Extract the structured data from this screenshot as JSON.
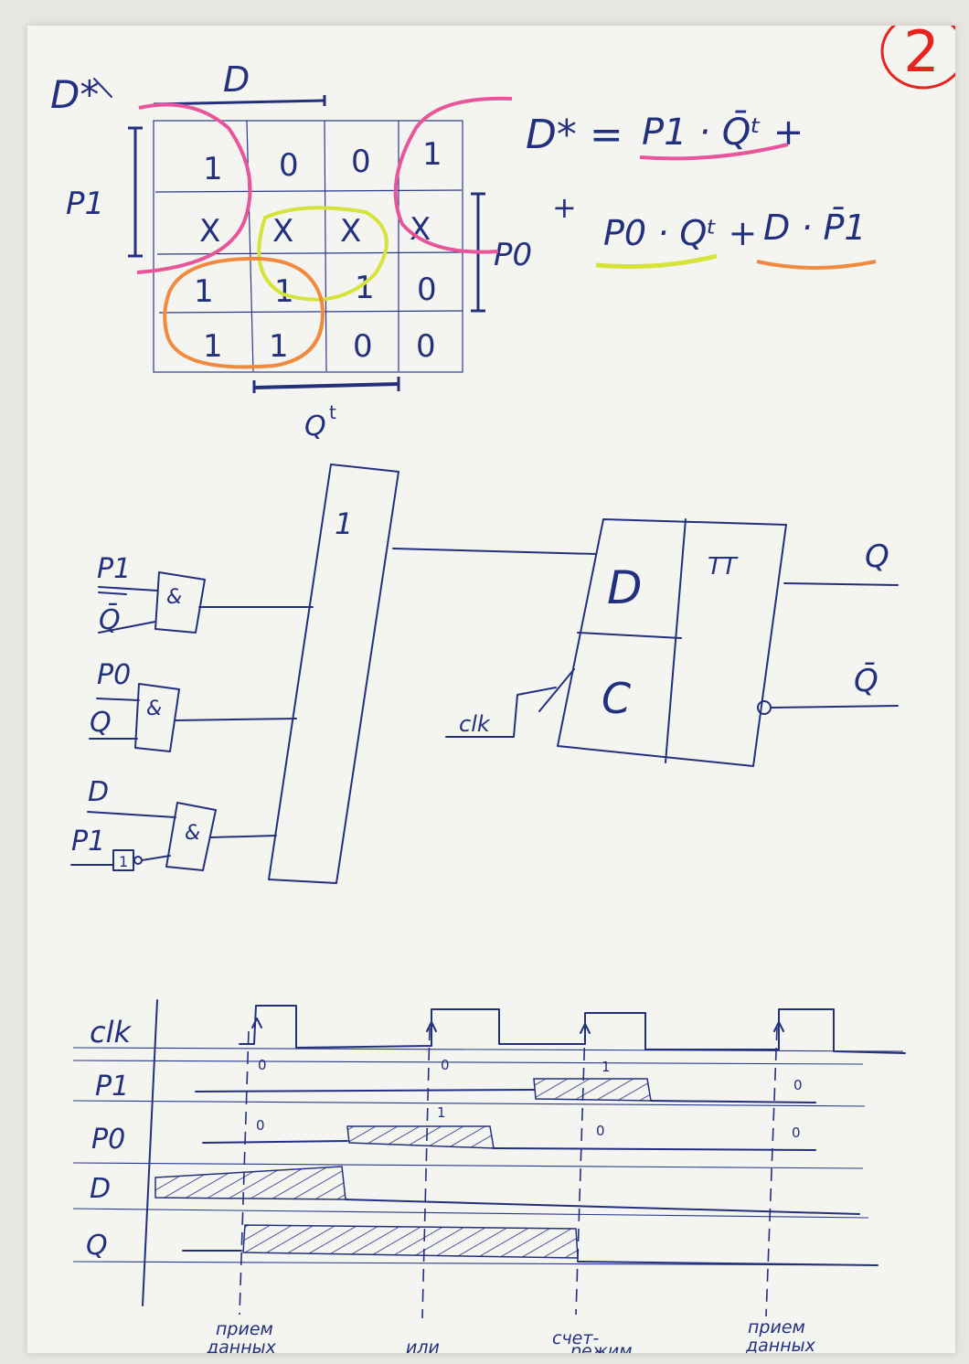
{
  "page_number": "2",
  "kmap": {
    "title": "D*",
    "label_top": "D",
    "label_left": "P1",
    "label_right": "P0",
    "label_bottom": "Q",
    "label_bottom_sup": "t",
    "cells": [
      [
        "1",
        "0",
        "0",
        "1"
      ],
      [
        "X",
        "X",
        "X",
        "X"
      ],
      [
        "1",
        "1",
        "1",
        "0"
      ],
      [
        "1",
        "1",
        "0",
        "0"
      ]
    ]
  },
  "formula": {
    "lhs": "D* =",
    "term1": "P1 · Q̄ᵗ +",
    "term2_prefix": "+",
    "term2": "P0 · Qᵗ +",
    "term3": "D · P̄1"
  },
  "circuit": {
    "or_gate_label": "1",
    "and_gate_label": "&",
    "inverter_label": "1",
    "inputs": [
      "P1",
      "Q̄",
      "P0",
      "Q",
      "D",
      "P1"
    ],
    "ff_d": "D",
    "ff_c": "C",
    "ff_type": "TT",
    "clk": "clk",
    "out_q": "Q",
    "out_qbar": "Q̄"
  },
  "timing": {
    "signals": [
      "clk",
      "P1",
      "P0",
      "D",
      "Q"
    ],
    "p1_values": [
      "0",
      "0",
      "1",
      "0"
    ],
    "p0_values": [
      "0",
      "1",
      "0",
      "0"
    ],
    "modes": [
      {
        "line1": "прием",
        "line2": "данных"
      },
      {
        "line1": "или",
        "line2": ""
      },
      {
        "line1": "счет-",
        "line2": "режим"
      },
      {
        "line1": "прием",
        "line2": "данных"
      }
    ]
  },
  "colors": {
    "ink": "#23307e",
    "pink": "#e8559a",
    "yellow": "#d6e33a",
    "orange": "#f08a3e",
    "red": "#e8231e"
  }
}
